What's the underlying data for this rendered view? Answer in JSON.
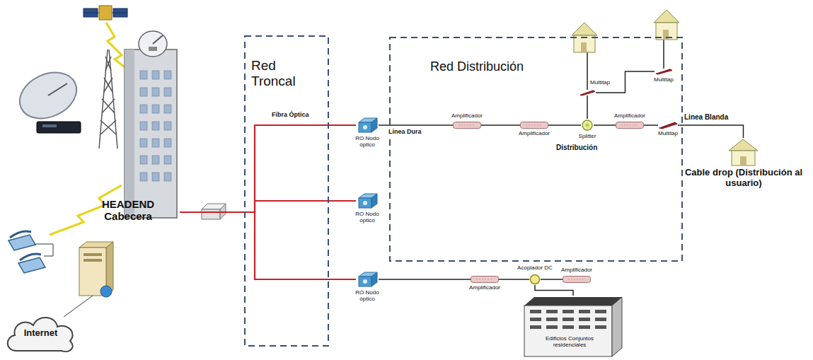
{
  "diagram": {
    "nodes": [
      {
        "text": [
          "Red Troncal"
        ]
      },
      {
        "text": [
          "Red Distribución"
        ]
      },
      {
        "text": [
          "Internet"
        ]
      },
      {
        "text": [
          "HEADEND Cabecera"
        ]
      },
      {
        "text": [
          "RO Nodo óptico"
        ]
      },
      {
        "text": [
          "RO Nodo óptico"
        ]
      },
      {
        "text": [
          "RO Nodo óptico"
        ]
      },
      {
        "text": [
          "Amplificador"
        ],
        "in": 1
      },
      {
        "text": [
          "Amplificador"
        ],
        "in": 1
      },
      {
        "text": [
          "Splitter"
        ],
        "in": 1
      },
      {
        "text": [
          "Amplificador"
        ],
        "in": 1
      },
      {
        "text": [
          "Multitap"
        ],
        "in": 1
      },
      {
        "text": [
          "Multitap"
        ],
        "in": 1
      },
      {
        "text": [
          "Multitap"
        ],
        "in": 1
      },
      {
        "text": [
          "Cable drop (Distribución al usuario)"
        ]
      },
      {
        "text": [
          "Amplificador"
        ]
      },
      {
        "text": [
          "Acoplador DC"
        ]
      },
      {
        "text": [
          "Amplificador"
        ]
      },
      {
        "text": [
          "Edificios Conjuntos residenciales"
        ]
      }
    ],
    "edges": [
      {
        "from": 3,
        "to": 4,
        "arrow": "none"
      },
      {
        "from": 3,
        "to": 5,
        "arrow": "none"
      },
      {
        "from": 3,
        "to": 6,
        "arrow": "none"
      },
      {
        "from": 4,
        "to": 7,
        "label": "Linea Dura",
        "arrow": "none"
      },
      {
        "from": 7,
        "to": 8,
        "arrow": "none"
      },
      {
        "from": 8,
        "to": 9,
        "arrow": "none"
      },
      {
        "from": 9,
        "to": 10,
        "arrow": "none"
      },
      {
        "from": 10,
        "to": 11,
        "arrow": "none"
      },
      {
        "from": 11,
        "to": 14,
        "label": "Linea Blanda",
        "arrow": "none"
      },
      {
        "from": 9,
        "to": 12,
        "arrow": "none"
      },
      {
        "from": 12,
        "to": 13,
        "arrow": "none"
      },
      {
        "from": 6,
        "to": 15,
        "arrow": "none"
      },
      {
        "from": 15,
        "to": 16,
        "arrow": "none"
      },
      {
        "from": 16,
        "to": 17,
        "arrow": "none"
      },
      {
        "from": 16,
        "to": 18,
        "arrow": "none"
      }
    ],
    "labels": [
      "Fibra Óptica",
      "Distribución"
    ]
  }
}
